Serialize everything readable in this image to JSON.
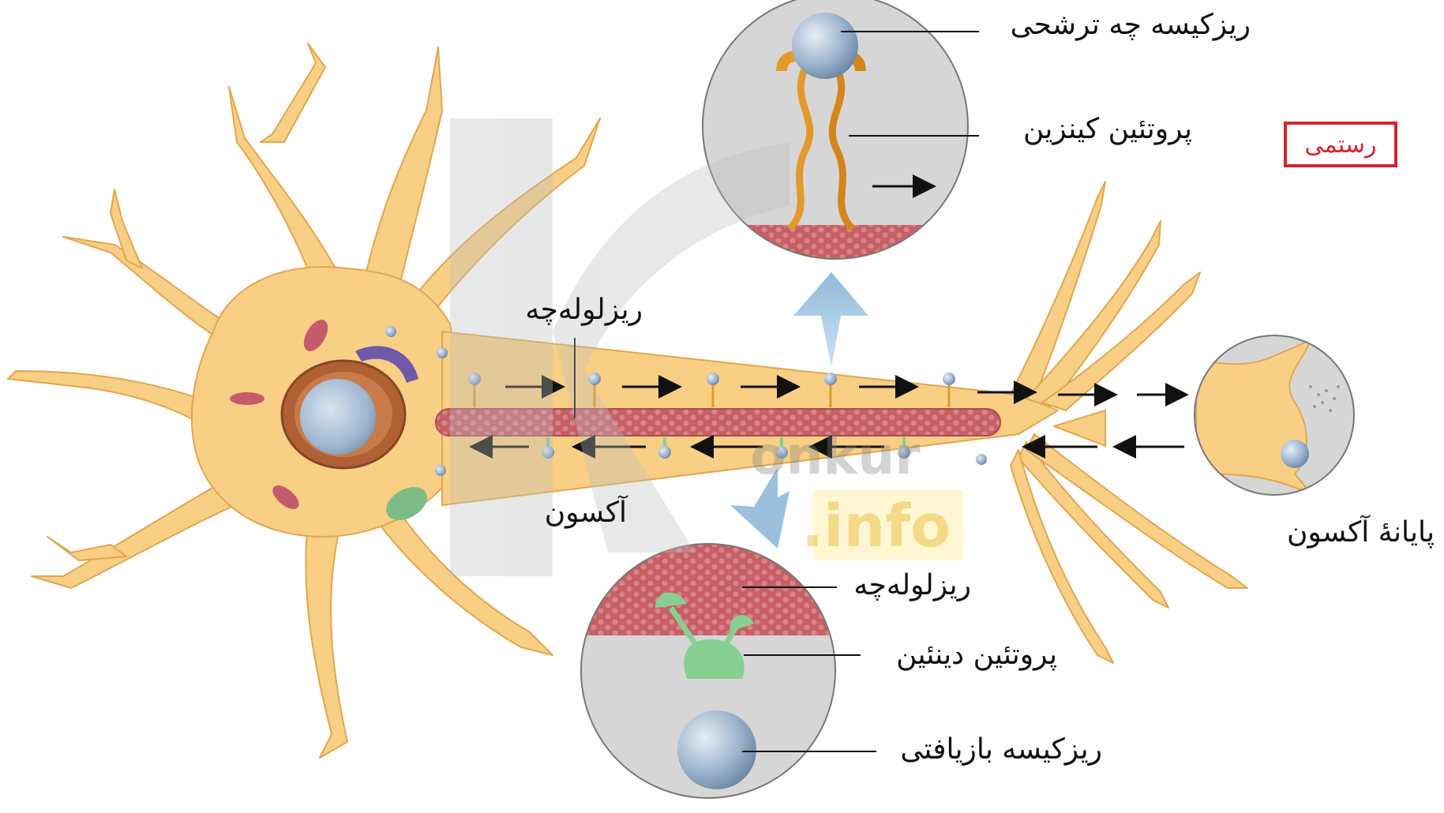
{
  "labels": {
    "secretory_vesicle": "ریزکیسه چه ترشحی",
    "kinesin_protein": "پروتئین کینزین",
    "microtubule_main": "ریزلوله‌چه",
    "axon": "آکسون",
    "axon_terminal": "پایانهٔ آکسون",
    "microtubule_lower": "ریزلوله‌چه",
    "dynein_protein": "پروتئین دینئین",
    "recycled_vesicle": "ریزکیسه بازیافتی"
  },
  "badge": {
    "text": "رستمی"
  },
  "watermark": {
    "brand": "onkur",
    "suffix": ".info"
  },
  "colors": {
    "cell": "#f8cf84",
    "cell_edge": "#e0a650",
    "nucleus": "#9fb6cf",
    "microtubule": "#c9696e",
    "zoom_bg": "#d6d6d6",
    "kinesin": "#e39a2a",
    "dynein": "#88cf92",
    "badge": "#d1262f"
  }
}
